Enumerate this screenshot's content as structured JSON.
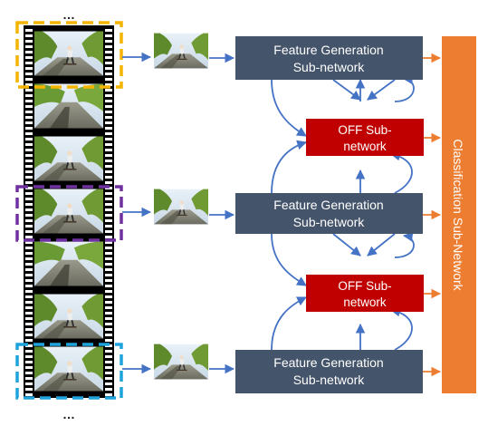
{
  "ellipsis_top": "…",
  "ellipsis_bottom": "…",
  "feature_generation": {
    "line1": "Feature Generation",
    "line2": "Sub-network",
    "color": "#44546a"
  },
  "off_subnetwork": {
    "line1": "OFF Sub-",
    "line2": "network",
    "color": "#c00000"
  },
  "classification": {
    "label": "Classification Sub-Network",
    "color": "#ed7d31"
  },
  "colors": {
    "arrow_blue": "#4472c4",
    "arrow_orange": "#ed7d31",
    "frame_yellow": "#f4b400",
    "frame_purple": "#7030a0",
    "frame_cyan": "#1fa3dc",
    "film_black": "#000000"
  },
  "frames": [
    {
      "name": "frame-1",
      "scene": "skater-far",
      "selected": "yellow"
    },
    {
      "name": "frame-2",
      "scene": "road-shadow",
      "selected": null
    },
    {
      "name": "frame-3",
      "scene": "skater-mid",
      "selected": null
    },
    {
      "name": "frame-4",
      "scene": "skater-crouch",
      "selected": "purple"
    },
    {
      "name": "frame-5",
      "scene": "road-shadow",
      "selected": null
    },
    {
      "name": "frame-6",
      "scene": "skater-mid",
      "selected": null
    },
    {
      "name": "frame-7",
      "scene": "skater-near",
      "selected": "cyan"
    }
  ]
}
